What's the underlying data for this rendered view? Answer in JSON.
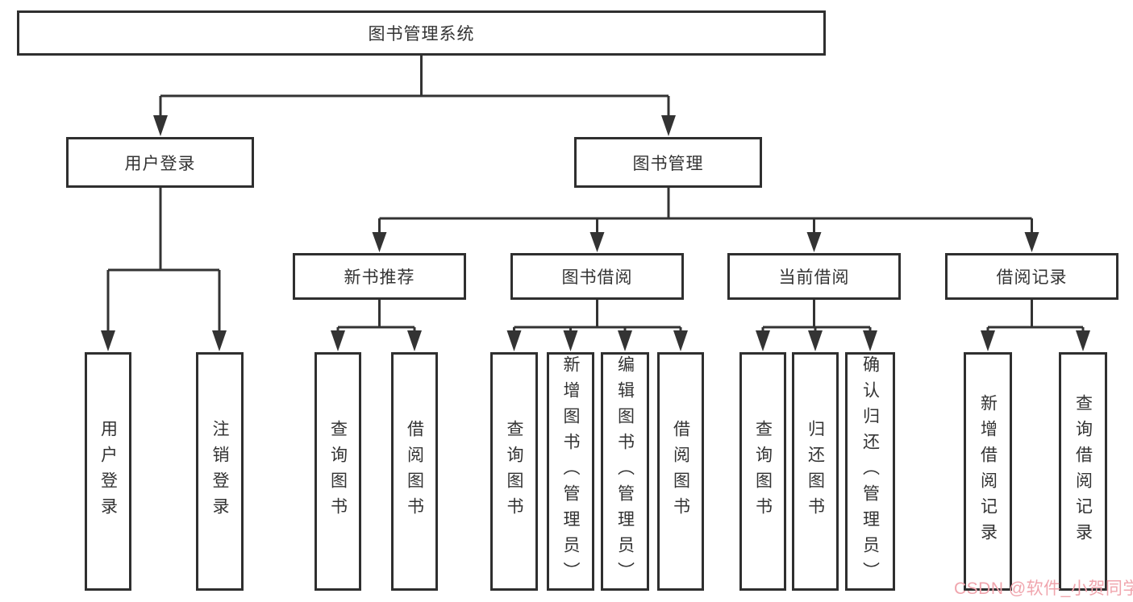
{
  "diagram": {
    "root": "图书管理系统",
    "level2": {
      "user_login": "用户登录",
      "book_management": "图书管理"
    },
    "level3": {
      "new_book": "新书推荐",
      "book_borrow": "图书借阅",
      "current_borrow": "当前借阅",
      "borrow_record": "借阅记录"
    },
    "leaves": {
      "user_login": [
        "用户登录",
        "注销登录"
      ],
      "new_book": [
        "查询图书",
        "借阅图书"
      ],
      "book_borrow": [
        "查询图书",
        "新增图书（管理员）",
        "编辑图书（管理员）",
        "借阅图书"
      ],
      "current_borrow": [
        "查询图书",
        "归还图书",
        "确认归还（管理员）"
      ],
      "borrow_record": [
        "新增借阅记录",
        "查询借阅记录"
      ]
    }
  },
  "watermark": {
    "text": "CSDN @软件_小贺同学",
    "color": "#f0a5ad"
  },
  "colors": {
    "line": "#333333",
    "border": "#2f2f2f",
    "text": "#333333",
    "background": "#ffffff"
  }
}
